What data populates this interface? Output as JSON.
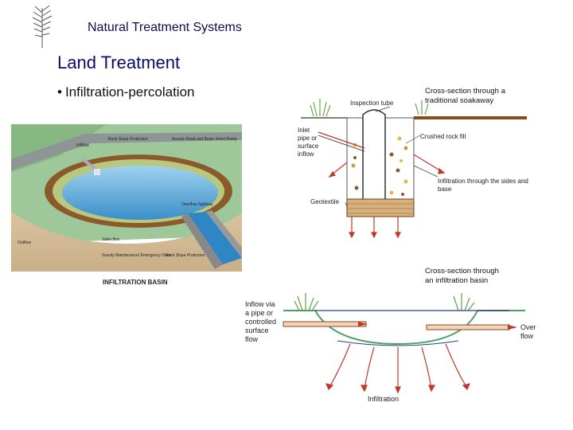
{
  "header": {
    "title": "Natural Treatment Systems"
  },
  "slide": {
    "title": "Land Treatment",
    "bullet": "Infiltration-percolation"
  },
  "basin_illustration": {
    "labels": {
      "inflow": "Inflow",
      "rock_slope_protection_top": "Rock Slope Protection",
      "access_road": "Access Road and Basin Invert Ramp",
      "overflow": "Overflow Spillway",
      "outflow": "Outflow",
      "valve_box": "Valve Box",
      "gravity_drain": "Gravity Maintenance/ Emergency Drain",
      "rock_slope_protection_bottom": "Rock Slope Protection"
    },
    "caption": "INFILTRATION BASIN"
  },
  "soakaway": {
    "title_lines": [
      "Cross-section through a",
      "traditional soakaway"
    ],
    "labels": {
      "inspection_tube": "Inspection tube",
      "inlet_lines": [
        "Inlet",
        "pipe or",
        "surface",
        "inflow"
      ],
      "crushed_rock": "Crushed rock fill",
      "infiltration_lines": [
        "Infiltration through the sides and",
        "base"
      ],
      "geotextile": "Geotextile"
    }
  },
  "infiltration_basin_section": {
    "title_lines": [
      "Cross-section through",
      "an infiltration basin"
    ],
    "labels": {
      "inflow_lines": [
        "Inflow via",
        "a pipe or",
        "controlled",
        "surface",
        "flow"
      ],
      "overflow_lines": [
        "Over",
        "flow"
      ],
      "infiltration": "Infiltration"
    }
  },
  "colors": {
    "title_navy": "#0b0b6a",
    "water_blue": "#4aa3d8",
    "ground_brown": "#8b4a1c",
    "arrow_red": "#c0392b",
    "grass_green": "#6aa84f"
  }
}
